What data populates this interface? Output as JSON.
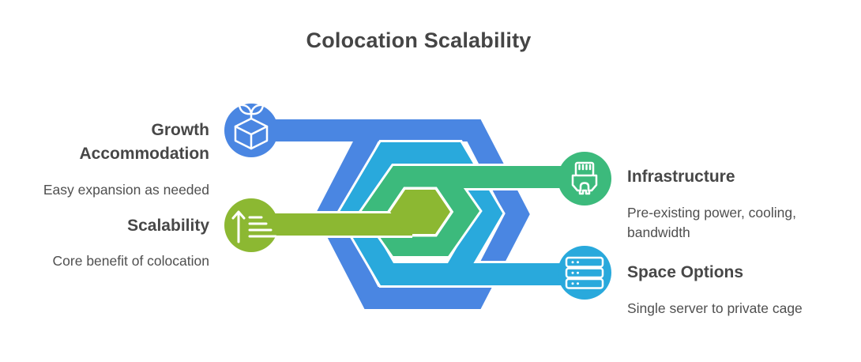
{
  "title": "Colocation Scalability",
  "palette": {
    "blue": "#4a86e2",
    "cyan": "#29a9dc",
    "green": "#3cba7c",
    "olive": "#8cb832",
    "heading_text": "#474747",
    "body_text": "#4f4f4f",
    "background": "#ffffff"
  },
  "items": [
    {
      "id": "growth-accommodation",
      "label": "Growth Accommodation",
      "description": "Easy expansion as needed",
      "icon": "box-sprout-icon",
      "color": "blue",
      "side": "left"
    },
    {
      "id": "scalability",
      "label": "Scalability",
      "description": "Core benefit of colocation",
      "icon": "ascending-bars-arrow-icon",
      "color": "olive",
      "side": "left"
    },
    {
      "id": "infrastructure",
      "label": "Infrastructure",
      "description": "Pre-existing power, cooling, bandwidth",
      "icon": "ethernet-plug-icon",
      "color": "green",
      "side": "right"
    },
    {
      "id": "space-options",
      "label": "Space Options",
      "description": "Single server to private cage",
      "icon": "server-rack-icon",
      "color": "cyan",
      "side": "right"
    }
  ]
}
